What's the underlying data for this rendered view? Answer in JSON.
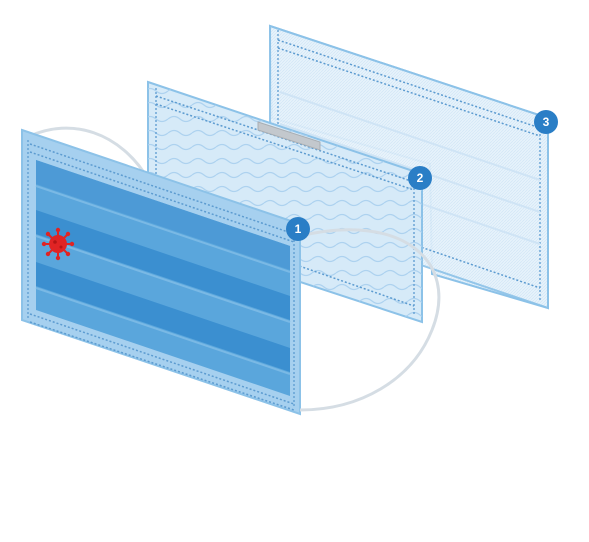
{
  "diagram": {
    "layers": [
      {
        "number": "1"
      },
      {
        "number": "2"
      },
      {
        "number": "3"
      }
    ],
    "icons": [
      {
        "name": "virus-icon"
      }
    ],
    "colors": {
      "layer_outer_fill": "#5aa6dc",
      "layer_outer_band": "#3b8fd0",
      "layer_middle_fill": "#cfe6f6",
      "layer_inner_fill": "#e6f2fb",
      "border": "#8cc2e8",
      "stitch": "#5c9bd0",
      "badge": "#2a7ec6",
      "badge_text": "#ffffff",
      "ear_loop": "#d5dde4",
      "nose_wire": "#b9bec3",
      "virus": "#e02424"
    }
  }
}
